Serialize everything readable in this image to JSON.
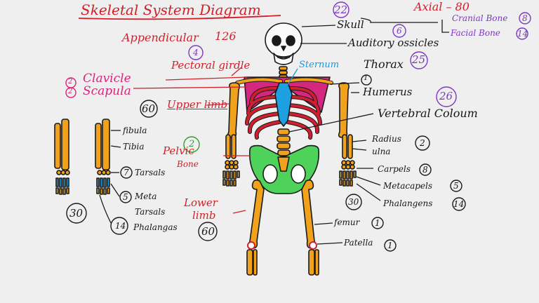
{
  "title": "Skeletal System Diagram",
  "axial": {
    "label": "Axial",
    "count": "80",
    "cranial": "Cranial Bone",
    "cranial_n": "8",
    "facial": "Facial Bone",
    "facial_n": "14"
  },
  "appendicular": {
    "label": "Appendicular",
    "count": "126"
  },
  "skull": {
    "label": "Skull",
    "count": "22"
  },
  "auditory": {
    "label": "Auditory ossicles",
    "count": "6"
  },
  "pectoral": {
    "label": "Pectoral girdle",
    "count": "4"
  },
  "sternum": {
    "label": "Sternum"
  },
  "thorax": {
    "label": "Thorax",
    "count": "25"
  },
  "clavicle": {
    "label": "Clavicle",
    "count": "2"
  },
  "scapula": {
    "label": "Scapula",
    "count": "2"
  },
  "humerus": {
    "label": "Humerus",
    "count": "1"
  },
  "upper_limb": {
    "label": "Upper limb",
    "count": "60"
  },
  "vertebral": {
    "label": "Vertebral Coloum",
    "count": "26"
  },
  "fibula": {
    "label": "fibula"
  },
  "tibia": {
    "label": "Tibia"
  },
  "pelvic": {
    "label1": "Pelvic",
    "label2": "Bone",
    "count": "2"
  },
  "radius": {
    "label": "Radius",
    "count": "2"
  },
  "ulna": {
    "label": "ulna"
  },
  "tarsals": {
    "label": "Tarsals",
    "count": "7"
  },
  "carpels": {
    "label": "Carpels",
    "count": "8"
  },
  "metatarsals": {
    "label1": "Meta",
    "label2": "Tarsals",
    "count": "5"
  },
  "metacarpels": {
    "label": "Metacapels",
    "count": "5"
  },
  "foot_total": {
    "count": "30"
  },
  "hand_total": {
    "count": "30"
  },
  "phalanges_hand": {
    "label": "Phalangens",
    "count": "14"
  },
  "lower_limb": {
    "label1": "Lower",
    "label2": "limb",
    "count": "60"
  },
  "phalanges_foot": {
    "label": "Phalangas",
    "count": "14"
  },
  "femur": {
    "label": "femur",
    "count": "1"
  },
  "patella": {
    "label": "Patella",
    "count": "1"
  },
  "colors": {
    "bone": "#f0a21c",
    "ribs": "#d01f2e",
    "sternum": "#1da0e0",
    "pelvis": "#4fd25a",
    "scapula": "#d4287f",
    "outline": "#1a1a1a"
  }
}
